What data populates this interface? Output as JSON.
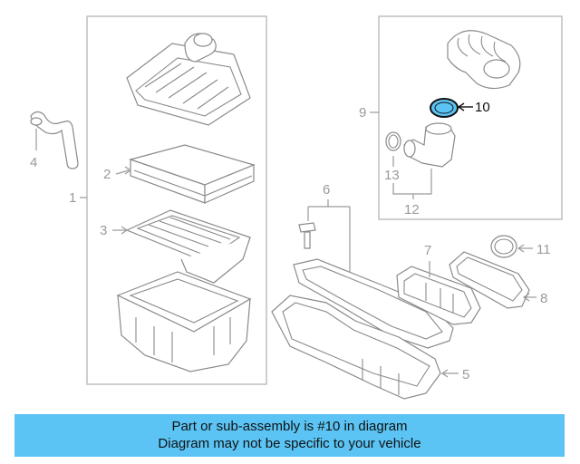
{
  "callouts": {
    "c1": "1",
    "c2": "2",
    "c3": "3",
    "c4": "4",
    "c5": "5",
    "c6": "6",
    "c7": "7",
    "c8": "8",
    "c9": "9",
    "c10": "10",
    "c11": "11",
    "c12": "12",
    "c13": "13"
  },
  "highlight": {
    "part_number": "10",
    "color": "#5bc4f4"
  },
  "caption": {
    "line1": "Part or sub-assembly is #10 in diagram",
    "line2": "Diagram may not be specific to your vehicle"
  }
}
